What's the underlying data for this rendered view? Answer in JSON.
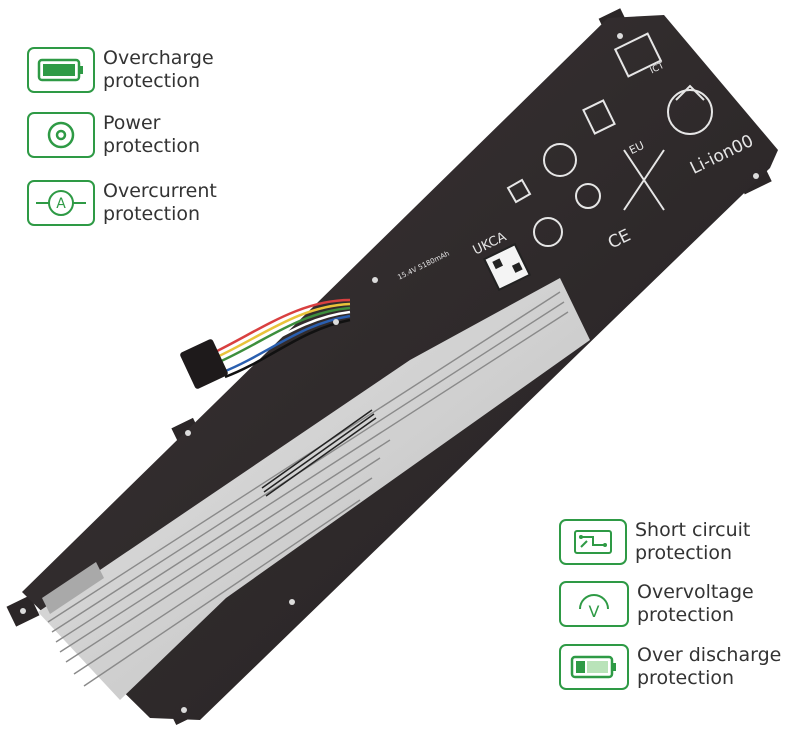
{
  "features": [
    {
      "id": "overcharge",
      "line1": "Overcharge",
      "line2": "protection",
      "icon": "battery-full-icon"
    },
    {
      "id": "power",
      "line1": "Power",
      "line2": "protection",
      "icon": "power-circle-icon"
    },
    {
      "id": "overcurrent",
      "line1": "Overcurrent",
      "line2": "protection",
      "icon": "ammeter-icon"
    },
    {
      "id": "short-circuit",
      "line1": "Short circuit",
      "line2": "protection",
      "icon": "circuit-board-icon"
    },
    {
      "id": "overvoltage",
      "line1": "Overvoltage",
      "line2": "protection",
      "icon": "voltmeter-icon"
    },
    {
      "id": "over-discharge",
      "line1": "Over discharge",
      "line2": "protection",
      "icon": "battery-low-icon"
    }
  ],
  "battery": {
    "chemistry_mark": "Li-ion00",
    "ict_mark": "ICT",
    "eu_mark": "EU",
    "ce_mark": "CE",
    "ukca_mark": "UKCA",
    "specs_label": "15.4V 5180mAh"
  },
  "colors": {
    "accent_green": "#2e9a45",
    "battery_body": "#2f2a2b",
    "label_silver": "#cfcfcf"
  }
}
